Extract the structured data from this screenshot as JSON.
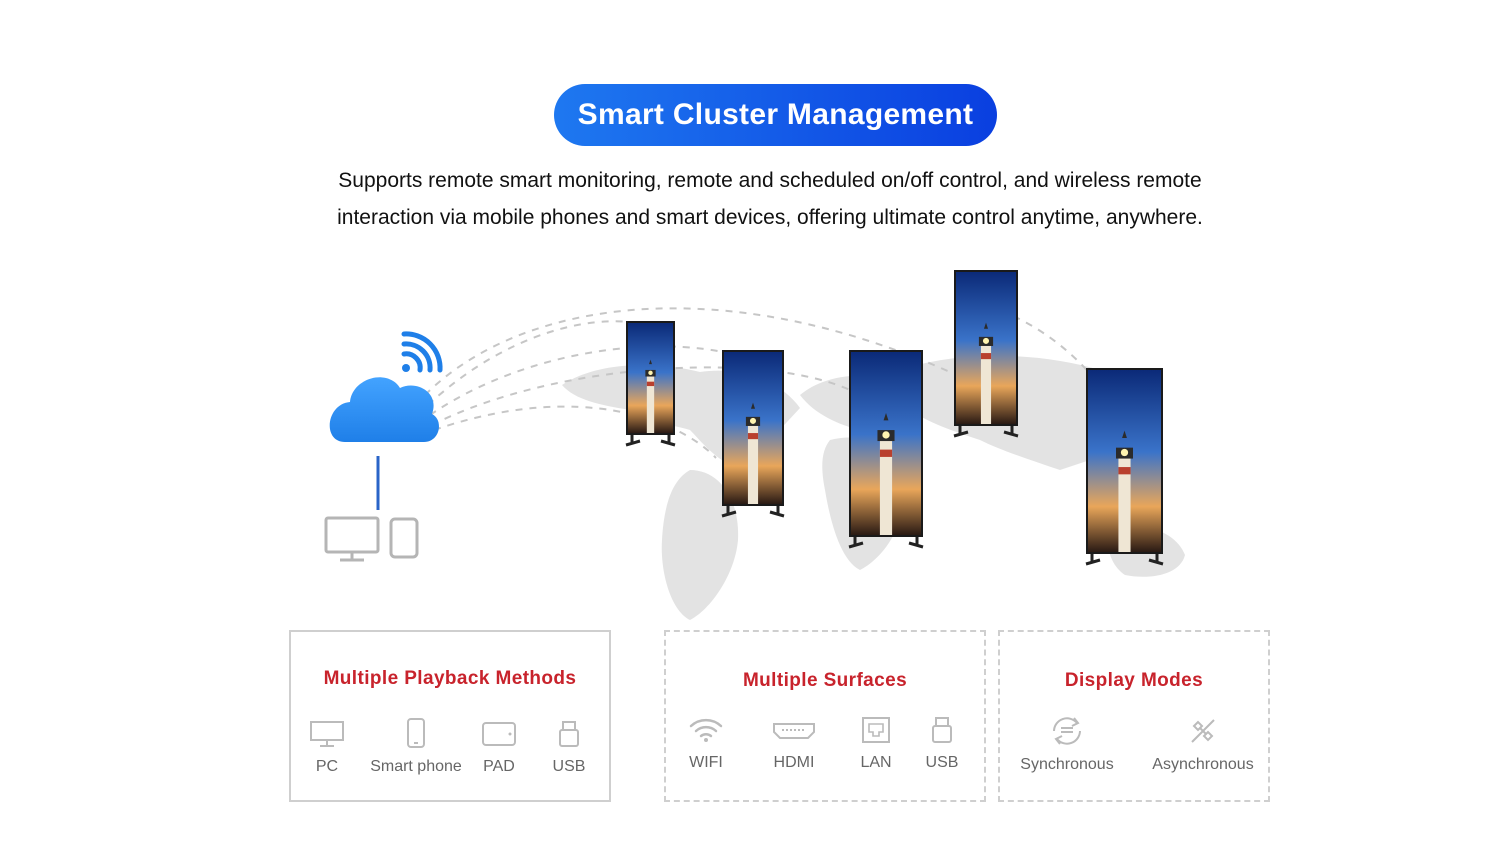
{
  "header": {
    "title": "Smart Cluster Management",
    "description_line1": "Supports remote smart monitoring, remote and scheduled on/off control, and wireless remote",
    "description_line2": "interaction via mobile phones and smart devices, offering ultimate control anytime, anywhere."
  },
  "colors": {
    "accent_blue": "#1466ec",
    "panel_title_red": "#c8232c"
  },
  "diagram": {
    "source_icons": [
      "cloud-icon",
      "wifi-icon",
      "monitor-icon",
      "phone-icon"
    ],
    "display_count": 5
  },
  "panels": [
    {
      "title": "Multiple Playback Methods",
      "items": [
        {
          "label": "PC",
          "icon": "monitor-icon"
        },
        {
          "label": "Smart phone",
          "icon": "phone-icon"
        },
        {
          "label": "PAD",
          "icon": "tablet-icon"
        },
        {
          "label": "USB",
          "icon": "usb-icon"
        }
      ]
    },
    {
      "title": "Multiple Surfaces",
      "items": [
        {
          "label": "WIFI",
          "icon": "wifi-icon"
        },
        {
          "label": "HDMI",
          "icon": "hdmi-icon"
        },
        {
          "label": "LAN",
          "icon": "lan-icon"
        },
        {
          "label": "USB",
          "icon": "usb-icon"
        }
      ]
    },
    {
      "title": "Display Modes",
      "items": [
        {
          "label": "Synchronous",
          "icon": "sync-icon"
        },
        {
          "label": "Asynchronous",
          "icon": "async-icon"
        }
      ]
    }
  ]
}
